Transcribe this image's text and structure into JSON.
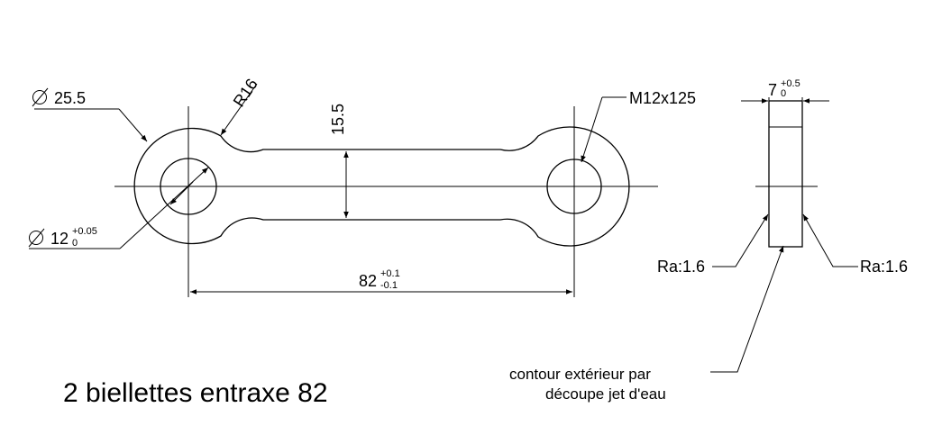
{
  "annotations": {
    "dia_outer": "25.5",
    "radius": "R16",
    "width_dim": "15.5",
    "dia_hole": "12",
    "dia_hole_tol_upper": "+0.05",
    "dia_hole_tol_lower": "0",
    "thread": "M12x125",
    "center_dist": "82",
    "center_dist_tol_upper": "+0.1",
    "center_dist_tol_lower": "-0.1",
    "thickness": "7",
    "thickness_tol_upper": "+0.5",
    "thickness_tol_lower": "0",
    "roughness_left": "Ra:1.6",
    "roughness_right": "Ra:1.6",
    "note_line1": "contour extérieur par",
    "note_line2": "découpe jet d'eau"
  },
  "title": "2 biellettes entraxe 82"
}
